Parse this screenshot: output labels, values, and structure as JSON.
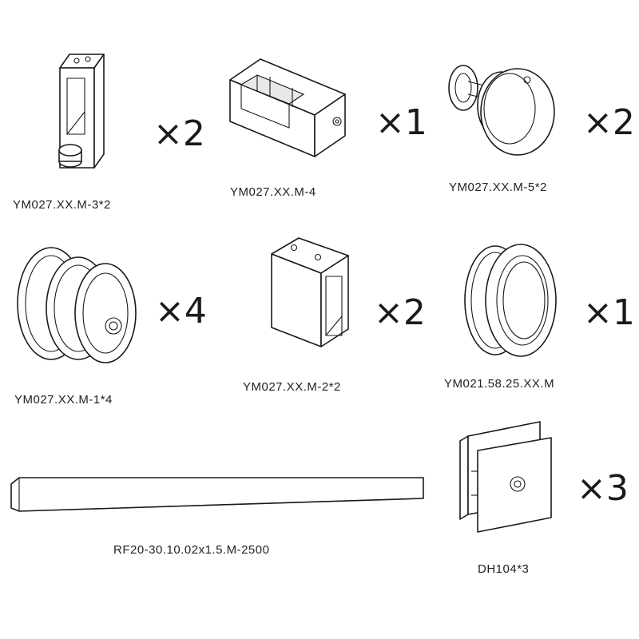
{
  "parts": [
    {
      "id": "m3",
      "code": "YM027.XX.M-3*2",
      "quantity": "×2",
      "icon": "rectangular-clamp-with-knob"
    },
    {
      "id": "m4",
      "code": "YM027.XX.M-4",
      "quantity": "×1",
      "icon": "u-channel-bracket"
    },
    {
      "id": "m5",
      "code": "YM027.XX.M-5*2",
      "quantity": "×2",
      "icon": "round-stopper-knob"
    },
    {
      "id": "m1",
      "code": "YM027.XX.M-1*4",
      "quantity": "×4",
      "icon": "grooved-roller-wheel"
    },
    {
      "id": "m2",
      "code": "YM027.XX.M-2*2",
      "quantity": "×2",
      "icon": "rectangular-glass-holder"
    },
    {
      "id": "ym021",
      "code": "YM021.58.25.XX.M",
      "quantity": "×1",
      "icon": "round-ring-handle"
    },
    {
      "id": "rail",
      "code": "RF20-30.10.02x1.5.M-2500",
      "quantity": "",
      "icon": "flat-bar-rail"
    },
    {
      "id": "dh104",
      "code": "DH104*3",
      "quantity": "×3",
      "icon": "glass-clamp-hinge"
    }
  ]
}
